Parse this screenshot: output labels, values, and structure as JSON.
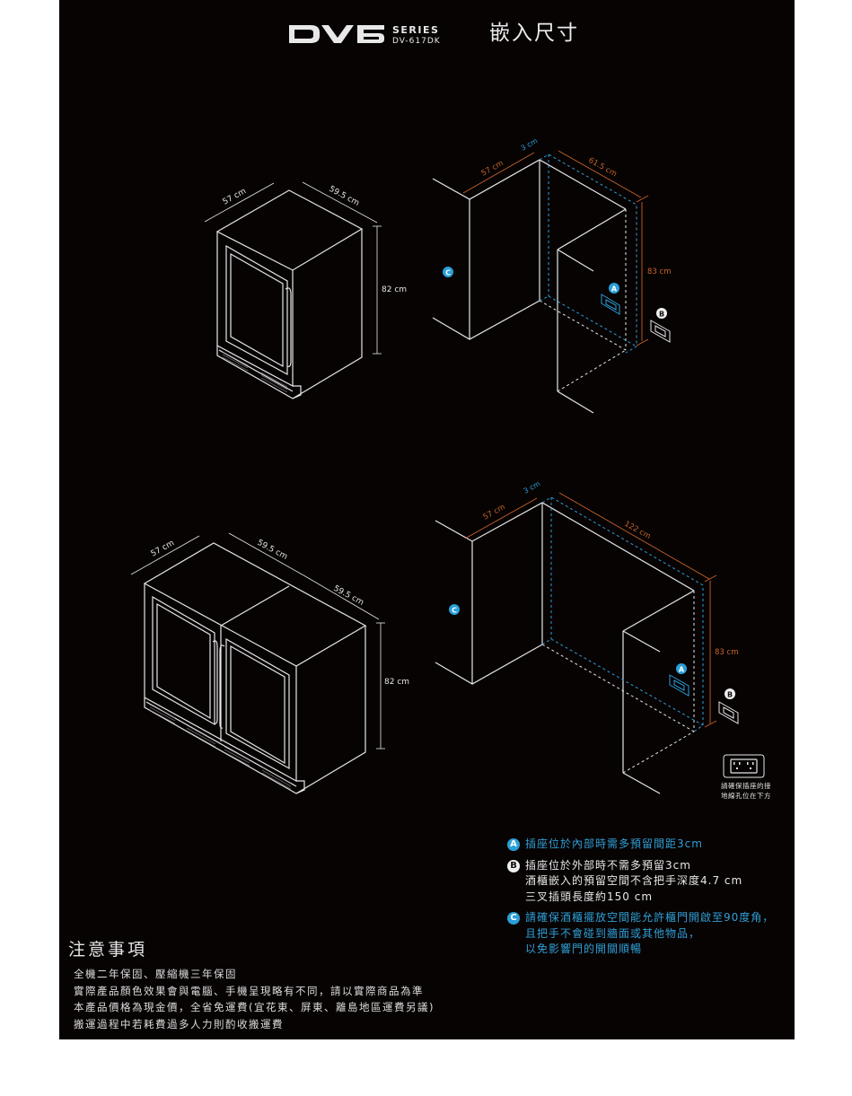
{
  "header": {
    "brand_logo": "DV6",
    "series_label": "SERIES",
    "model": "DV-617DK",
    "title": "嵌入尺寸"
  },
  "colors": {
    "background": "#070303",
    "page": "#ffffff",
    "line": "#e6e6e6",
    "dimension_orange": "#c8642a",
    "guide_blue": "#2a9fd8"
  },
  "single_unit": {
    "depth": "57 cm",
    "width": "59.5 cm",
    "height": "82 cm"
  },
  "single_cabinet": {
    "depth": "57 cm",
    "gap": "3 cm",
    "width": "61.5 cm",
    "height": "83 cm",
    "marker_a": "A",
    "marker_b": "B",
    "marker_c": "C"
  },
  "double_unit": {
    "depth": "57 cm",
    "width_left": "59.5 cm",
    "width_right": "59.5 cm",
    "height": "82 cm"
  },
  "double_cabinet": {
    "depth": "57 cm",
    "gap": "3 cm",
    "width": "122 cm",
    "height": "83 cm",
    "marker_a": "A",
    "marker_b": "B",
    "marker_c": "C"
  },
  "outlet_note": {
    "icon": "power-outlet-icon",
    "line1": "請確保插座的接",
    "line2": "地線孔位在下方"
  },
  "legend": {
    "a": {
      "badge": "A",
      "lines": [
        "插座位於內部時需多預留間距3cm"
      ]
    },
    "b": {
      "badge": "B",
      "lines": [
        "插座位於外部時不需多預留3cm",
        "酒櫃嵌入的預留空間不含把手深度4.7 cm",
        "三叉插頭長度約150 cm"
      ]
    },
    "c": {
      "badge": "C",
      "lines": [
        "請確保酒櫃擺放空間能允許櫃門開啟至90度角，",
        "且把手不會碰到牆面或其他物品，",
        "以免影響門的開關順暢"
      ]
    }
  },
  "notes": {
    "title": "注意事項",
    "items": [
      "全機二年保固、壓縮機三年保固",
      "實際產品顏色效果會與電腦、手機呈現略有不同，請以實際商品為準",
      "本產品價格為現金價，全省免運費(宜花東、屏東、離島地區運費另議)",
      "搬運過程中若耗費過多人力則酌收搬運費"
    ]
  }
}
